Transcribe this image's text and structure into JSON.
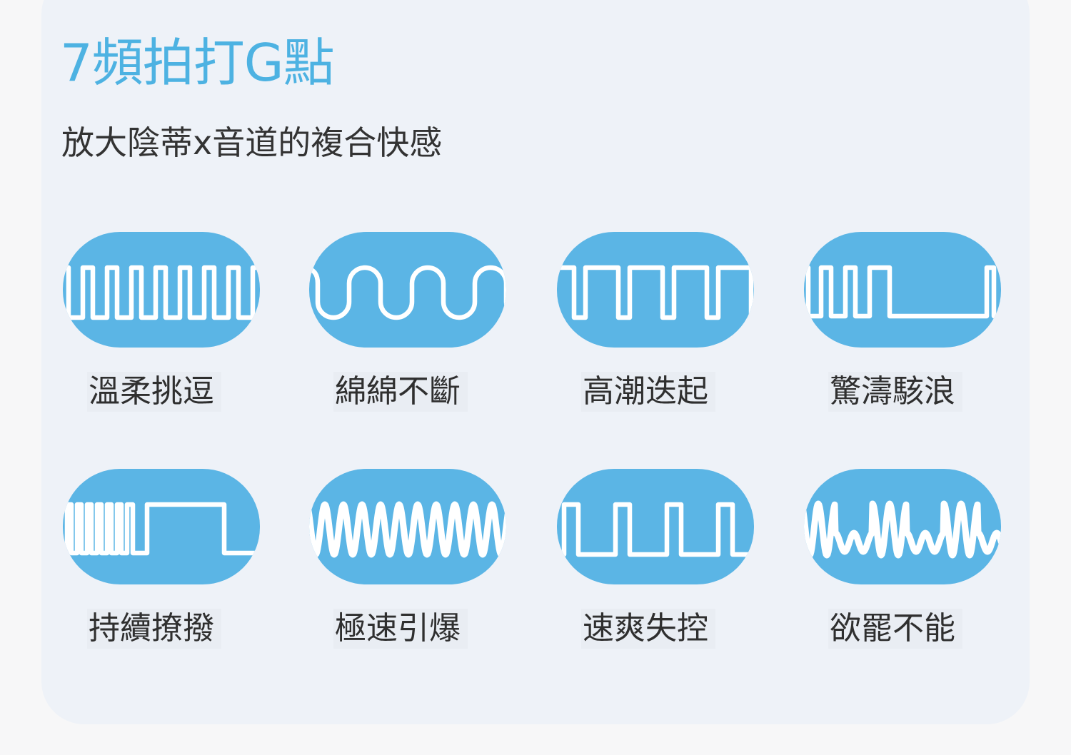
{
  "header": {
    "title": "7頻拍打G點",
    "subtitle": "放大陰蒂x音道的複合快感"
  },
  "colors": {
    "accent": "#4db2e2",
    "badge": "#5bb5e5",
    "card": "#eef2f8"
  },
  "modes": [
    {
      "label": "溫柔挑逗",
      "icon": "narrow-square-wave-icon"
    },
    {
      "label": "綿綿不斷",
      "icon": "rounded-wave-icon"
    },
    {
      "label": "高潮迭起",
      "icon": "wide-top-square-wave-icon"
    },
    {
      "label": "驚濤駭浪",
      "icon": "pulse-then-pause-wave-icon"
    },
    {
      "label": "持續撩撥",
      "icon": "burst-then-hold-wave-icon"
    },
    {
      "label": "極速引爆",
      "icon": "dense-sine-wave-icon"
    },
    {
      "label": "速爽失控",
      "icon": "wide-bottom-square-wave-icon"
    },
    {
      "label": "欲罷不能",
      "icon": "mixed-amplitude-wave-icon"
    }
  ]
}
